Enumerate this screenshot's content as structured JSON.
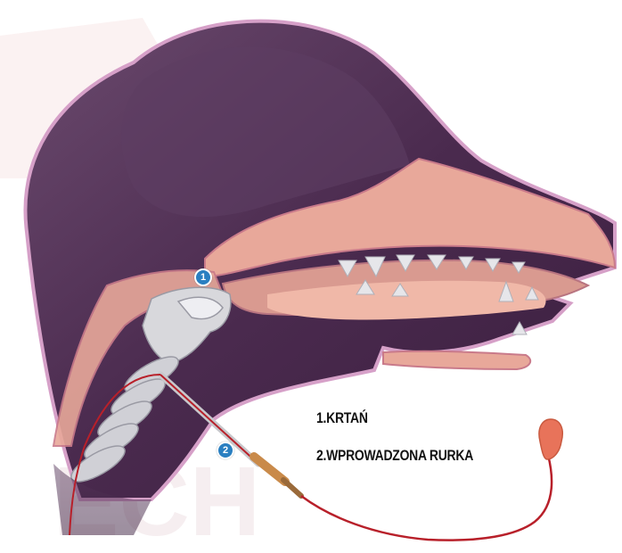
{
  "markers": [
    "1",
    "2"
  ],
  "legend": [
    {
      "number": "1.",
      "text": "KRTAŃ"
    },
    {
      "number": "2.",
      "text": "WPROWADZONA RURKA"
    }
  ],
  "colors": {
    "head": "#4a2a4e",
    "skin_outline": "#c98ab8",
    "tissue": "#e8a89a",
    "cartilage": "#d8d8dc",
    "tube": "#b8202a",
    "connector": "#c98a4a",
    "cuff": "#e8735a",
    "marker": "#2a7fc1"
  },
  "illustration": {
    "type": "dog-head-cross-section",
    "watermark": "ECH"
  }
}
